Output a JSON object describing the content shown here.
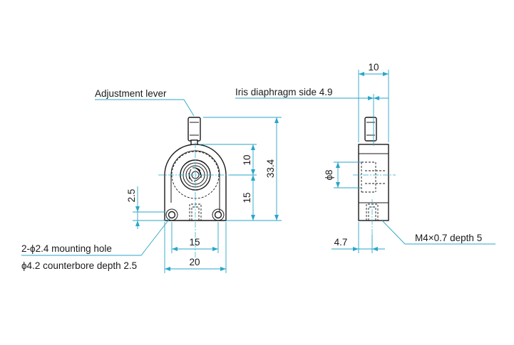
{
  "colors": {
    "dimension_line": "#2aa6c9",
    "outline": "#1a1a1a"
  },
  "labels": {
    "adjustment_lever": "Adjustment lever",
    "iris_side": "Iris diaphragm side 4.9",
    "mounting_hole": "2-ϕ2.4 mounting hole",
    "counterbore": "ϕ4.2 counterbore depth 2.5",
    "tapped_hole": "M4×0.7 depth 5"
  },
  "dimensions": {
    "overall_height": "33.4",
    "top_to_center": "10",
    "center_to_bottom": "15",
    "hole_height": "2.5",
    "hole_spacing": "15",
    "width": "20",
    "thickness": "10",
    "aperture": "ϕ8",
    "tap_offset": "4.7"
  }
}
